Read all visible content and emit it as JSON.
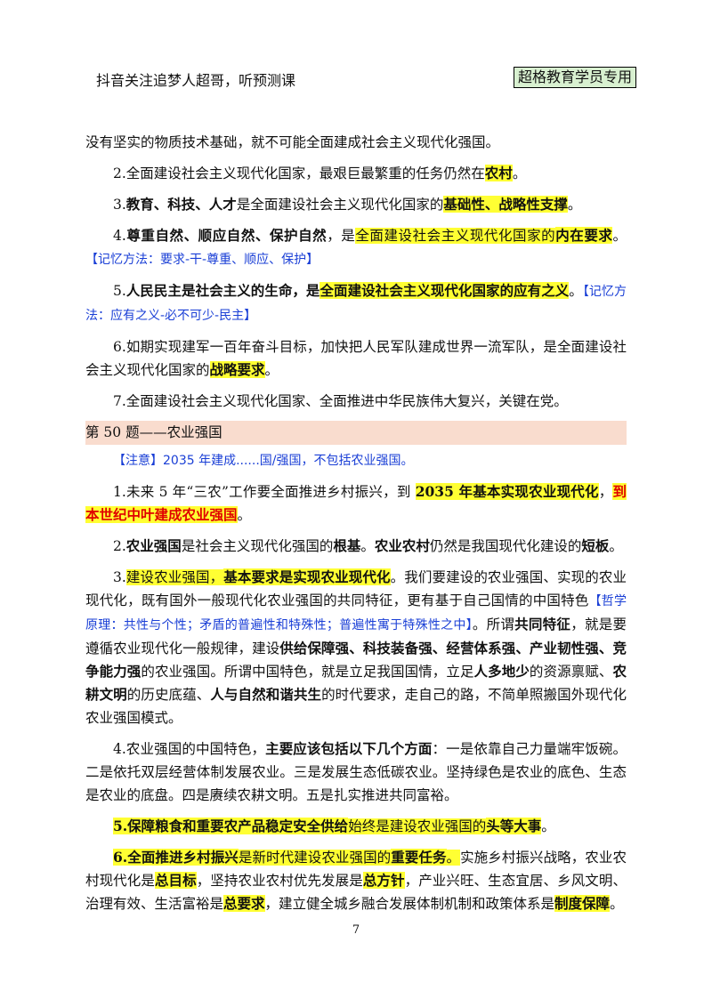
{
  "header": {
    "left": "抖音关注追梦人超哥，听预测课",
    "right": "超格教育学员专用"
  },
  "p0": "没有坚实的物质技术基础，就不可能全面建成社会主义现代化强国。",
  "p1": {
    "a": "2.全面建设社会主义现代化国家，最艰巨最繁重的任务仍然在",
    "b": "农村",
    "c": "。"
  },
  "p2": {
    "a": "3.",
    "b": "教育、科技、人才",
    "c": "是全面建设社会主义现代化国家的",
    "d": "基础性、战略性支撑",
    "e": "。"
  },
  "p3": {
    "a": "4.",
    "b": "尊重自然、顺应自然、保护自然",
    "c": "，是",
    "d": "全面建设社会主义现代化国家的",
    "e": "内在要求",
    "f": "。",
    "g": "【记忆方法：要求-干-尊重、顺应、保护】"
  },
  "p4": {
    "a": "5.",
    "b": "人民民主是社会主义的生命，是",
    "c": "全面建设社会主义现代化国家的应有之义",
    "d": "。",
    "e": "【记忆方法：应有之义-必不可少-民主】"
  },
  "p5": {
    "a": "6.如期实现建军一百年奋斗目标，加快把人民军队建成世界一流军队，是全面建设社会主义现代化国家的",
    "b": "战略要求",
    "c": "。"
  },
  "p6": "7.全面建设社会主义现代化国家、全面推进中华民族伟大复兴，关键在党。",
  "section_title": "第 50 题——农业强国",
  "note": "【注意】2035 年建成......国/强国，不包括农业强国。",
  "q1": {
    "a": "1.未来 5 年“三农”工作要全面推进乡村振兴，到 ",
    "b": "2035 年基本实现农业现代化",
    "c": "，",
    "d": "到本世纪中叶建成农业强国",
    "e": "。"
  },
  "q2": {
    "a": "2.",
    "b": "农业强国",
    "c": "是社会主义现代化强国的",
    "d": "根基",
    "e": "。",
    "f": "农业农村",
    "g": "仍然是我国现代化建设的",
    "h": "短板",
    "i": "。"
  },
  "q3": {
    "a": "3.",
    "b": "建设农业强国，",
    "c": "基本要求是实现农业现代化",
    "d": "。我们要建设的农业强国、实现的农业现代化，既有国外一般现代化农业强国的共同特征，更有基于自己国情的中国特色",
    "e": "【哲学原理：共性与个性；矛盾的普遍性和特殊性；普遍性寓于特殊性之中】",
    "f": "。所谓",
    "g": "共同特征",
    "h": "，就是要遵循农业现代化一般规律，建设",
    "i": "供给保障强、科技装备强、经营体系强、产业韧性强、竞争能力强",
    "j": "的农业强国。所谓中国特色，就是立足我国国情，立足",
    "k": "人多地少",
    "l": "的资源禀赋、",
    "m": "农耕文明",
    "n": "的历史底蕴、",
    "o": "人与自然和谐共生",
    "p": "的时代要求，走自己的路，不简单照搬国外现代化农业强国模式。"
  },
  "q4": {
    "a": "4.农业强国的中国特色，",
    "b": "主要应该包括以下几个方面",
    "c": "：一是依靠自己力量端牢饭碗。二是依托双层经营体制发展农业。三是发展生态低碳农业。坚持绿色是农业的底色、生态是农业的底盘。四是赓续农耕文明。五是扎实推进共同富裕。"
  },
  "q5": {
    "a": "5.保障粮食和重要农产品稳定安全供给",
    "b": "始终是建设农业强国的",
    "c": "头等大事",
    "d": "。"
  },
  "q6": {
    "a": "6.全面推进乡村振兴",
    "b": "是新时代建设农业强国的",
    "c": "重要任务",
    "d": "。",
    "e": "实施乡村振兴战略，农业农村现代化是",
    "f": "总目标",
    "g": "，坚持农业农村优先发展是",
    "h": "总方针",
    "i": "，产业兴旺、生态宜居、乡风文明、治理有效、生活富裕是",
    "j": "总要求",
    "k": "，建立健全城乡融合发展体制机制和政策体系是",
    "l": "制度保障",
    "m": "。"
  },
  "page_number": "7"
}
